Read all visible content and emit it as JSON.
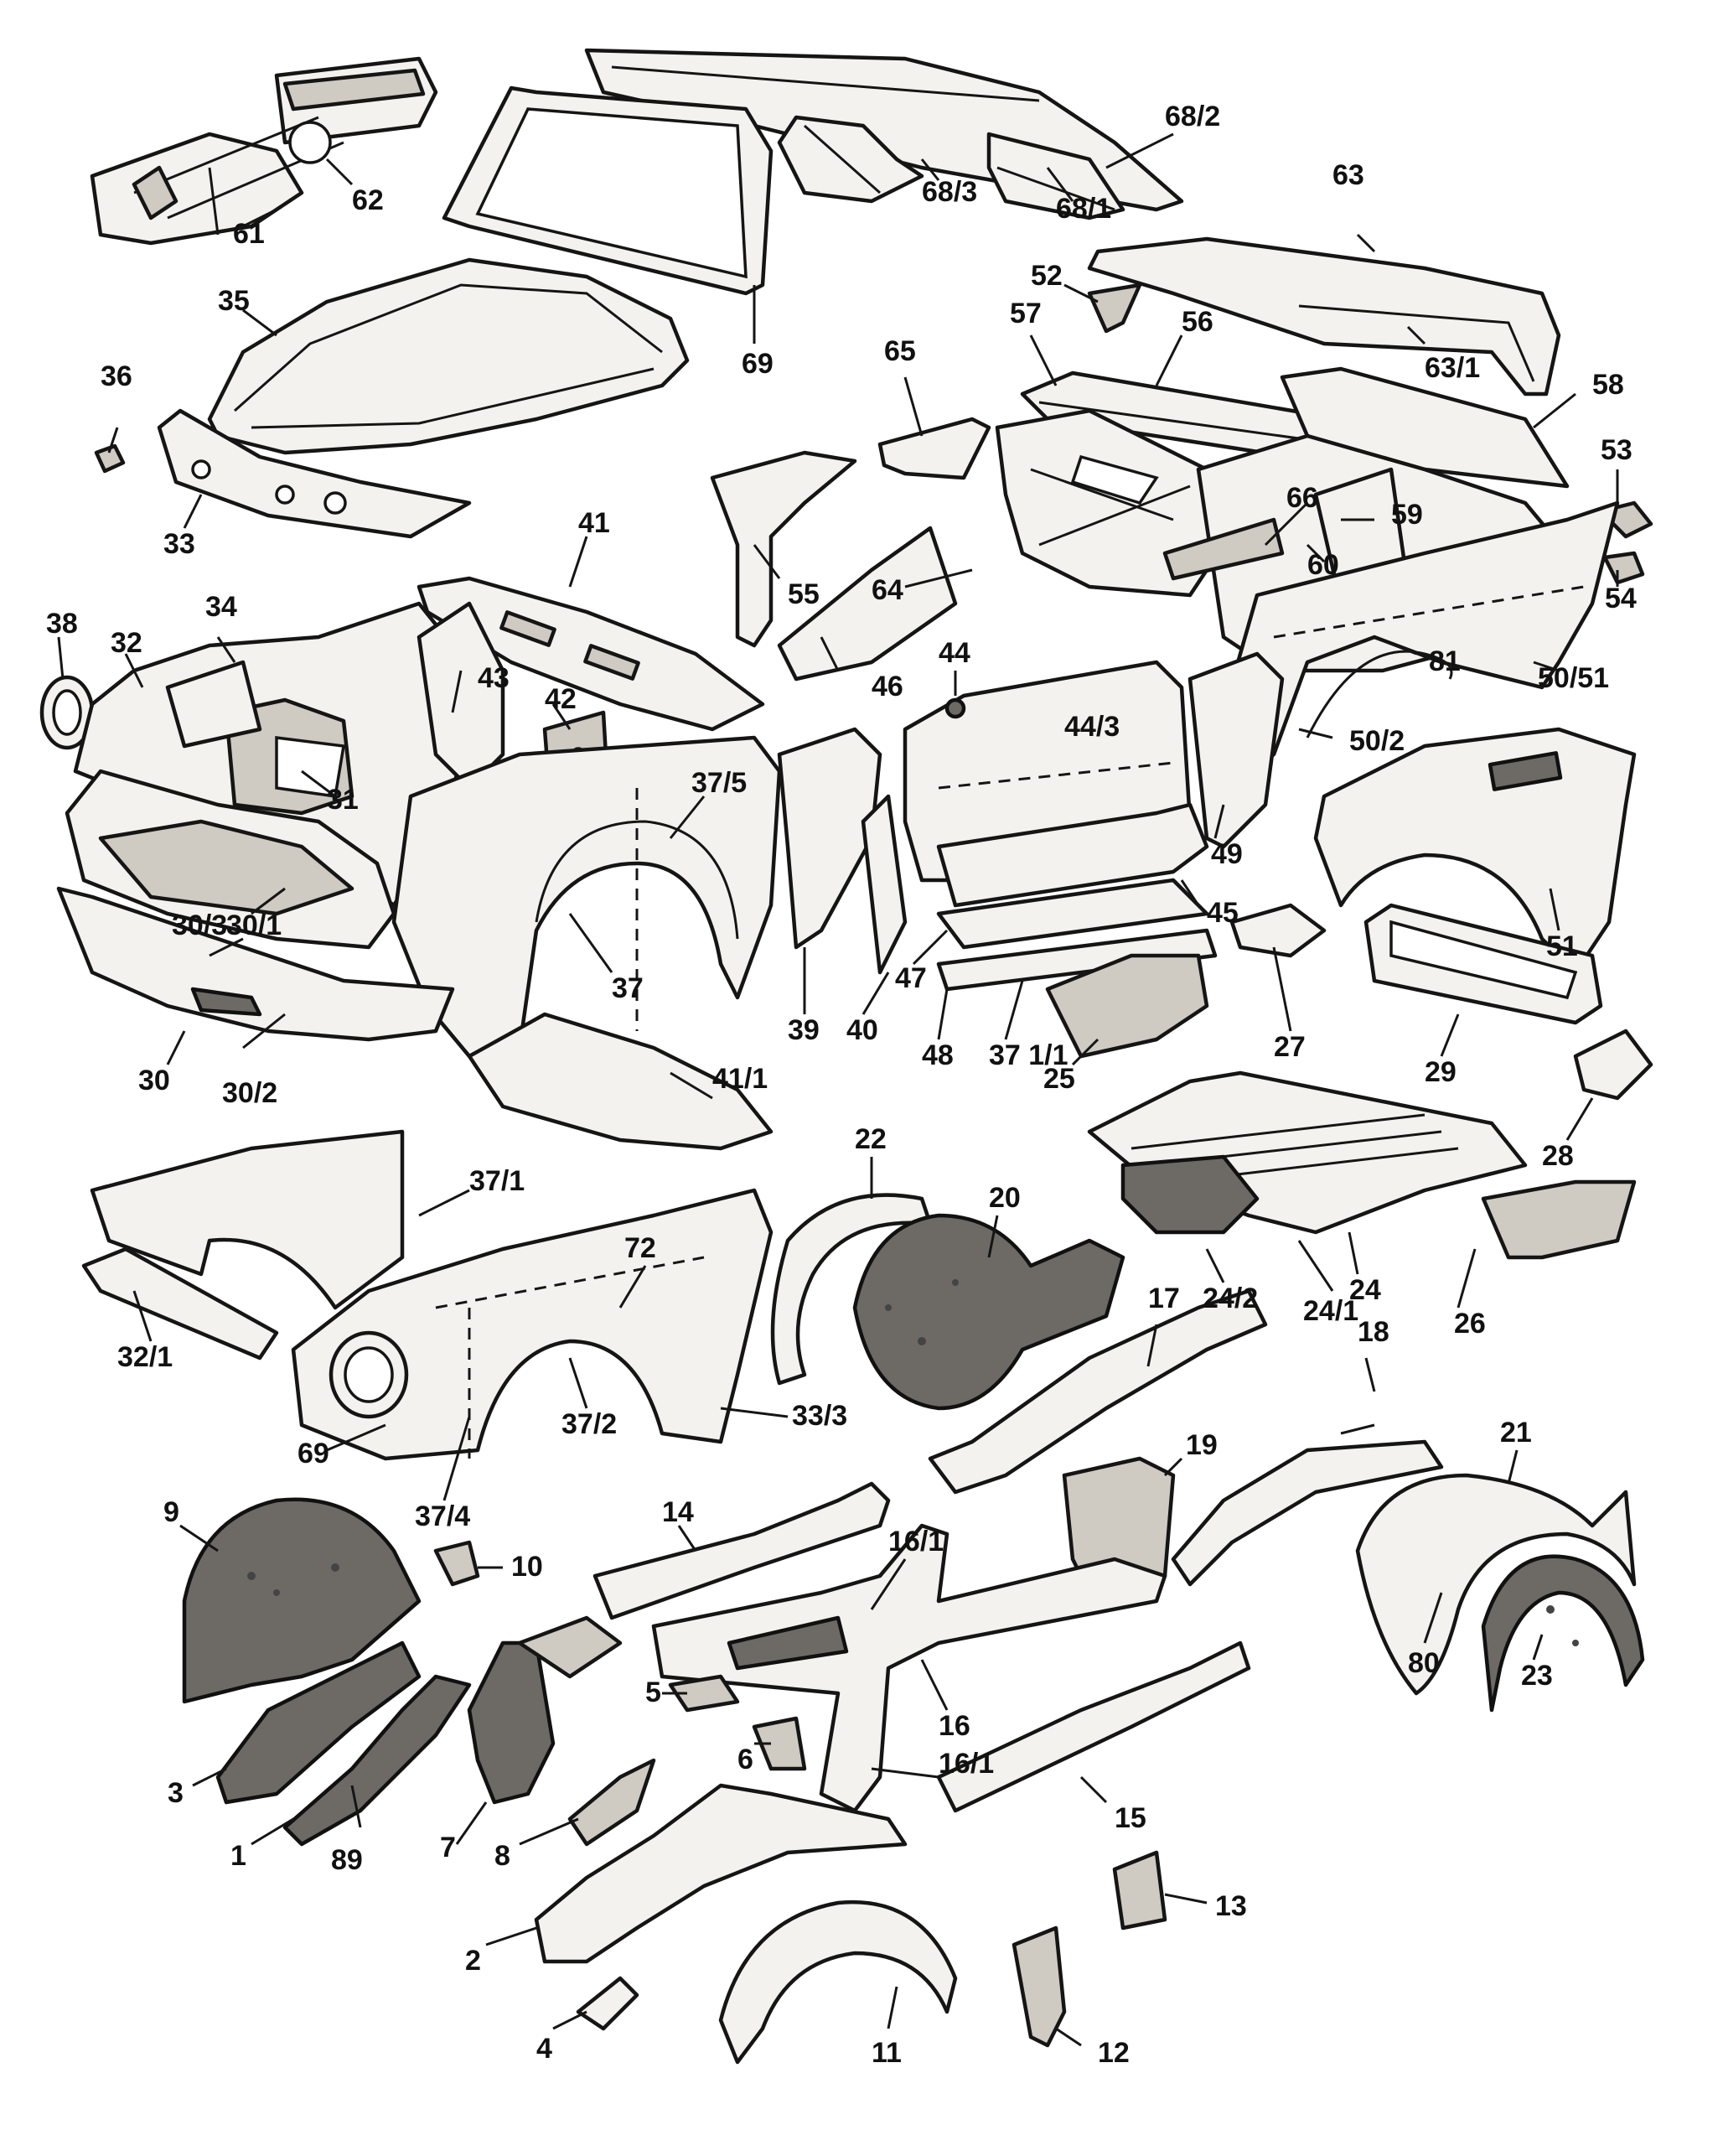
{
  "diagram": {
    "labels": [
      {
        "id": "l61",
        "text": "61",
        "anchor": "dash-assembly"
      },
      {
        "id": "l62",
        "text": "62",
        "anchor": "dash-assembly"
      },
      {
        "id": "l68_3",
        "text": "68/3",
        "anchor": "hardtop"
      },
      {
        "id": "l68_2",
        "text": "68/2",
        "anchor": "hardtop"
      },
      {
        "id": "l68_1",
        "text": "68/1",
        "anchor": "hardtop"
      },
      {
        "id": "l63",
        "text": "63",
        "anchor": "rear-deck"
      },
      {
        "id": "l63_1",
        "text": "63/1",
        "anchor": "rear-deck"
      },
      {
        "id": "l52",
        "text": "52",
        "anchor": "small-bracket"
      },
      {
        "id": "l35",
        "text": "35",
        "anchor": "bonnet"
      },
      {
        "id": "l69a",
        "text": "69",
        "anchor": "windscreen"
      },
      {
        "id": "l36",
        "text": "36",
        "anchor": "clip"
      },
      {
        "id": "l65",
        "text": "65",
        "anchor": "panel"
      },
      {
        "id": "l57",
        "text": "57",
        "anchor": "rear-rail"
      },
      {
        "id": "l56",
        "text": "56",
        "anchor": "rear-rail"
      },
      {
        "id": "l58",
        "text": "58",
        "anchor": "rear-body"
      },
      {
        "id": "l53",
        "text": "53",
        "anchor": "clip"
      },
      {
        "id": "l33",
        "text": "33",
        "anchor": "front-panel"
      },
      {
        "id": "l41",
        "text": "41",
        "anchor": "scuttle"
      },
      {
        "id": "l55",
        "text": "55",
        "anchor": "a-pillar"
      },
      {
        "id": "l66",
        "text": "66",
        "anchor": "rear-body"
      },
      {
        "id": "l59",
        "text": "59",
        "anchor": "rear-body"
      },
      {
        "id": "l60",
        "text": "60",
        "anchor": "rear-body"
      },
      {
        "id": "l54",
        "text": "54",
        "anchor": "clip"
      },
      {
        "id": "l64",
        "text": "64",
        "anchor": "rear-bulkhead"
      },
      {
        "id": "l38",
        "text": "38",
        "anchor": "headlamp-ring"
      },
      {
        "id": "l32",
        "text": "32",
        "anchor": "front-end"
      },
      {
        "id": "l34",
        "text": "34",
        "anchor": "front-end"
      },
      {
        "id": "l43",
        "text": "43",
        "anchor": "bulkhead"
      },
      {
        "id": "l46",
        "text": "46",
        "anchor": "sill-panel"
      },
      {
        "id": "l44",
        "text": "44",
        "anchor": "door"
      },
      {
        "id": "l42",
        "text": "42",
        "anchor": "bulkhead"
      },
      {
        "id": "l44_3",
        "text": "44/3",
        "anchor": "door"
      },
      {
        "id": "l81",
        "text": "81",
        "anchor": "rear-wing"
      },
      {
        "id": "l50_51",
        "text": "50/51",
        "anchor": "rear-wing"
      },
      {
        "id": "l50_2",
        "text": "50/2",
        "anchor": "rear-wing"
      },
      {
        "id": "l31",
        "text": "31",
        "anchor": "inner-panel"
      },
      {
        "id": "l37_5",
        "text": "37/5",
        "anchor": "front-wing"
      },
      {
        "id": "l30_3",
        "text": "30/3",
        "anchor": "grille"
      },
      {
        "id": "l30_1",
        "text": "30/1",
        "anchor": "grille"
      },
      {
        "id": "l37",
        "text": "37",
        "anchor": "front-wing"
      },
      {
        "id": "l49",
        "text": "49",
        "anchor": "b-post"
      },
      {
        "id": "l45",
        "text": "45",
        "anchor": "sill"
      },
      {
        "id": "l51",
        "text": "51",
        "anchor": "rear-wing"
      },
      {
        "id": "l47",
        "text": "47",
        "anchor": "sill"
      },
      {
        "id": "l30",
        "text": "30",
        "anchor": "valance"
      },
      {
        "id": "l30_2",
        "text": "30/2",
        "anchor": "valance"
      },
      {
        "id": "l39",
        "text": "39",
        "anchor": "a-post"
      },
      {
        "id": "l40",
        "text": "40",
        "anchor": "a-post"
      },
      {
        "id": "l48",
        "text": "48",
        "anchor": "sill"
      },
      {
        "id": "l37_1a",
        "text": "37 1/1",
        "anchor": "sill"
      },
      {
        "id": "l25",
        "text": "25",
        "anchor": "floor"
      },
      {
        "id": "l27",
        "text": "27",
        "anchor": "bracket"
      },
      {
        "id": "l29",
        "text": "29",
        "anchor": "rear-panel"
      },
      {
        "id": "l41_1",
        "text": "41/1",
        "anchor": "scuttle-panel"
      },
      {
        "id": "l28",
        "text": "28",
        "anchor": "bracket"
      },
      {
        "id": "l37_1",
        "text": "37/1",
        "anchor": "front-wing"
      },
      {
        "id": "l22",
        "text": "22",
        "anchor": "wheel-arch"
      },
      {
        "id": "l20",
        "text": "20",
        "anchor": "wheel-arch"
      },
      {
        "id": "l24_2",
        "text": "24/2",
        "anchor": "floor"
      },
      {
        "id": "l24",
        "text": "24",
        "anchor": "floor"
      },
      {
        "id": "l24_1",
        "text": "24/1",
        "anchor": "floor"
      },
      {
        "id": "l26",
        "text": "26",
        "anchor": "bracket"
      },
      {
        "id": "l72",
        "text": "72",
        "anchor": "front-wing"
      },
      {
        "id": "l32_1",
        "text": "32/1",
        "anchor": "front-end"
      },
      {
        "id": "l17",
        "text": "17",
        "anchor": "chassis"
      },
      {
        "id": "l18",
        "text": "18",
        "anchor": "chassis"
      },
      {
        "id": "l33_3",
        "text": "33/3",
        "anchor": "front-wing"
      },
      {
        "id": "l69b",
        "text": "69",
        "anchor": "front-wing"
      },
      {
        "id": "l37_2",
        "text": "37/2",
        "anchor": "front-wing"
      },
      {
        "id": "l19",
        "text": "19",
        "anchor": "box"
      },
      {
        "id": "l21",
        "text": "21",
        "anchor": "wheel-arch"
      },
      {
        "id": "l37_4",
        "text": "37/4",
        "anchor": "front-wing"
      },
      {
        "id": "l14",
        "text": "14",
        "anchor": "chassis"
      },
      {
        "id": "l9",
        "text": "9",
        "anchor": "wheel-arch"
      },
      {
        "id": "l10",
        "text": "10",
        "anchor": "bracket"
      },
      {
        "id": "l16_1a",
        "text": "16/1",
        "anchor": "crossmember"
      },
      {
        "id": "l80",
        "text": "80",
        "anchor": "wheel-arch"
      },
      {
        "id": "l23",
        "text": "23",
        "anchor": "wheel-arch"
      },
      {
        "id": "l5",
        "text": "5",
        "anchor": "bracket"
      },
      {
        "id": "l16",
        "text": "16",
        "anchor": "crossmember"
      },
      {
        "id": "l16_1b",
        "text": "16/1",
        "anchor": "crossmember"
      },
      {
        "id": "l6",
        "text": "6",
        "anchor": "bracket"
      },
      {
        "id": "l3",
        "text": "3",
        "anchor": "chassis"
      },
      {
        "id": "l15",
        "text": "15",
        "anchor": "chassis"
      },
      {
        "id": "l1",
        "text": "1",
        "anchor": "chassis"
      },
      {
        "id": "l7",
        "text": "7",
        "anchor": "chassis"
      },
      {
        "id": "l89",
        "text": "89",
        "anchor": "chassis"
      },
      {
        "id": "l8",
        "text": "8",
        "anchor": "bracket"
      },
      {
        "id": "l13",
        "text": "13",
        "anchor": "bracket"
      },
      {
        "id": "l2",
        "text": "2",
        "anchor": "chassis"
      },
      {
        "id": "l4",
        "text": "4",
        "anchor": "chassis"
      },
      {
        "id": "l11",
        "text": "11",
        "anchor": "wheel-arch"
      },
      {
        "id": "l12",
        "text": "12",
        "anchor": "bracket"
      }
    ]
  }
}
